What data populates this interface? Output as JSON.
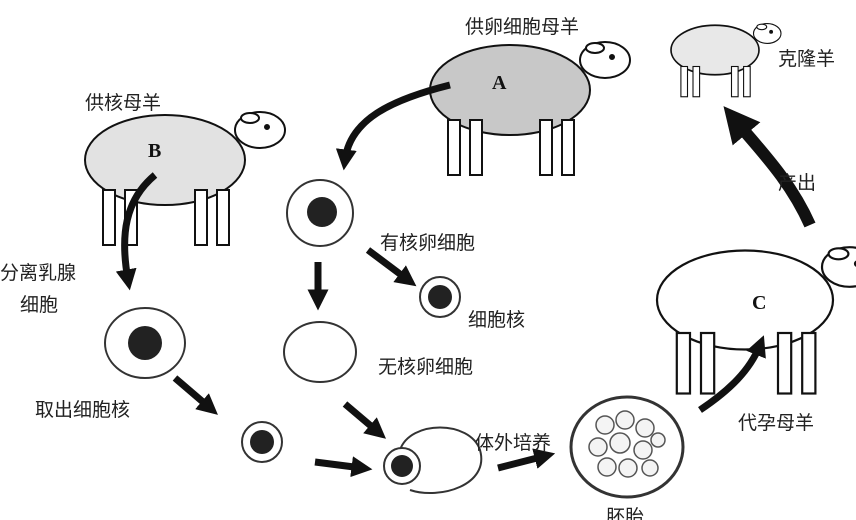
{
  "labels": {
    "egg_donor": "供卵细胞母羊",
    "clone": "克隆羊",
    "nucleus_donor": "供核母羊",
    "nucleated_egg": "有核卵细胞",
    "nucleus": "细胞核",
    "separate_mammary": "分离乳腺",
    "cell": "细胞",
    "enucleated_egg": "无核卵细胞",
    "extract_nucleus": "取出细胞核",
    "in_vitro_culture": "体外培养",
    "surrogate": "代孕母羊",
    "birth": "产出",
    "embryo": "胚胎"
  },
  "letters": {
    "a": "A",
    "b": "B",
    "c": "C"
  },
  "colors": {
    "sheep_a": "#c8c8c8",
    "sheep_b": "#e2e2e2",
    "ink": "#111111"
  }
}
